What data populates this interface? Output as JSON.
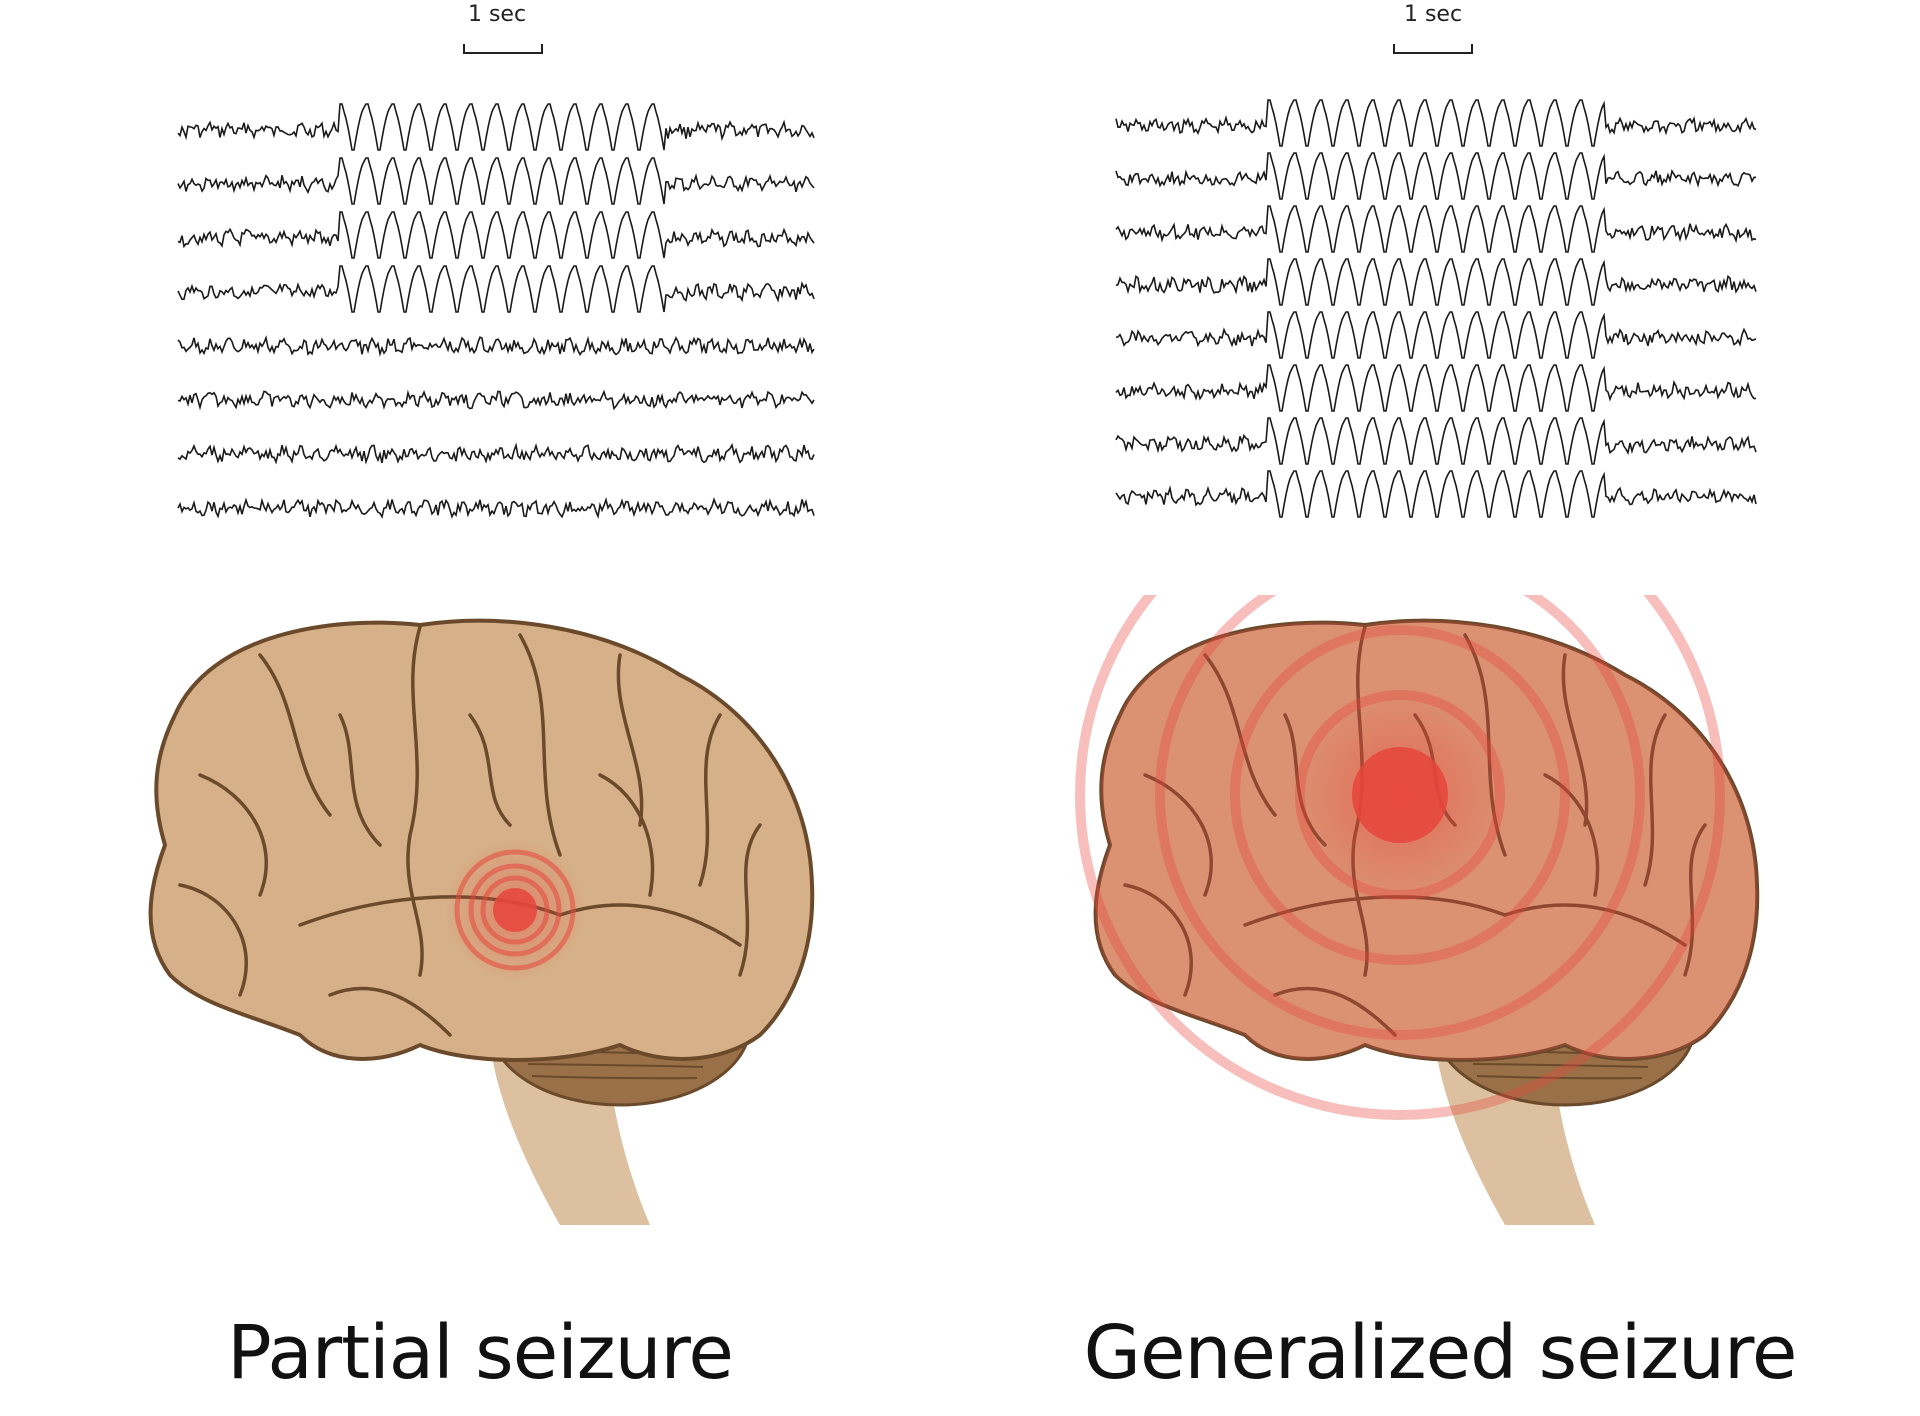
{
  "panels": [
    {
      "caption": "Partial seizure",
      "scale_label": "1 sec",
      "seizure_type": "partial",
      "active_channels": 4,
      "total_channels": 8,
      "focus": "temporal-lobe"
    },
    {
      "caption": "Generalized seizure",
      "scale_label": "1 sec",
      "seizure_type": "generalized",
      "active_channels": 8,
      "total_channels": 8,
      "focus": "whole-brain"
    }
  ],
  "colors": {
    "brain_fill": "#d6b088",
    "brain_outline": "#6b4a2c",
    "cerebellum": "#9a7048",
    "stem": "#dcc0a0",
    "focus_red": "#e8453c",
    "wave": "#1a1a1a"
  }
}
